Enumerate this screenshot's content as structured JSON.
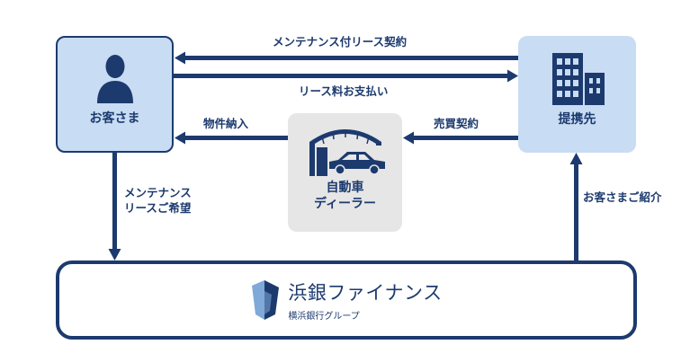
{
  "colors": {
    "primary": "#1c3a6e",
    "node_blue": "#c8dcf3",
    "node_gray": "#e6e6e6",
    "logo_light": "#7fa9d8"
  },
  "nodes": {
    "customer": {
      "label": "お客さま",
      "icon": "person-icon"
    },
    "partner": {
      "label": "提携先",
      "icon": "building-icon"
    },
    "dealer": {
      "label_line1": "自動車",
      "label_line2": "ディーラー",
      "icon": "car-dealer-icon"
    },
    "finance": {
      "brand_name": "浜銀ファイナンス",
      "brand_sub": "横浜銀行グループ",
      "icon": "hamagin-logo-icon"
    }
  },
  "flows": {
    "partner_to_customer": "メンテナンス付リース契約",
    "customer_to_partner": "リース料お支払い",
    "dealer_to_customer": "物件納入",
    "partner_to_dealer": "売買契約",
    "customer_to_finance_line1": "メンテナンス",
    "customer_to_finance_line2": "リースご希望",
    "finance_to_partner": "お客さまご紹介"
  }
}
